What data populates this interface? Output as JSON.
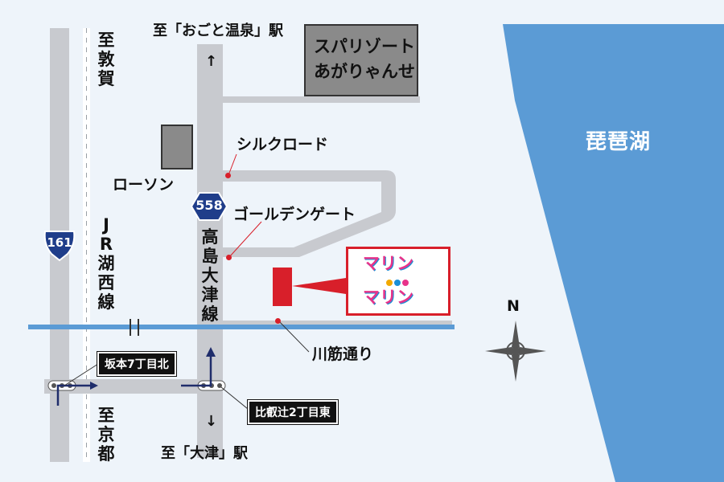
{
  "lake": {
    "label": "琵琶湖",
    "color": "#5b9bd5"
  },
  "routes": {
    "n558_shield": "558",
    "n161_shield": "161",
    "n558_name": [
      "高",
      "島",
      "大",
      "津",
      "線"
    ],
    "jr_line": [
      "J",
      "R",
      "湖",
      "西",
      "線"
    ]
  },
  "directions": {
    "north_station": "至「おごと温泉」駅",
    "south_station": "至「大津」駅",
    "north_west": [
      "至",
      "敦",
      "賀"
    ],
    "south_west": [
      "至",
      "京",
      "都"
    ]
  },
  "landmarks": {
    "spa_line1": "スパリゾート",
    "spa_line2": "あがりゃんせ",
    "lawson": "ローソン",
    "silkroad": "シルクロード",
    "goldengate": "ゴールデンゲート",
    "kawasuji": "川筋通り"
  },
  "marin": {
    "line1": "マリン",
    "line2": "マリン",
    "border_color": "#d81f2a"
  },
  "intersections": {
    "sakamoto": "坂本7丁目北",
    "hieitsuji": "比叡辻2丁目東"
  },
  "compass": {
    "north": "N"
  },
  "arrows": {
    "up": "↑",
    "down": "↓"
  }
}
